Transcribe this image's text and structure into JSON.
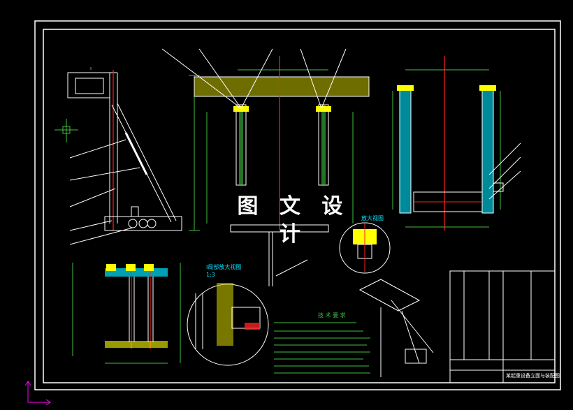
{
  "watermark": "图 文 设 计",
  "views": {
    "detail_label_i": "I局部放大视图",
    "detail_label_i_scale": "1:3",
    "detail_label_ii": "放大视图"
  },
  "tech_notes": {
    "title": "技 术 要 求"
  },
  "title_block": {
    "drawing_name": "某起重设备立面与装配图"
  },
  "colors": {
    "frame": "#ffffff",
    "primary": "#ffffff",
    "green": "#3fbf3f",
    "yellow": "#ffff00",
    "cyan": "#00e5ff",
    "red": "#ff2020",
    "magenta": "#ff00ff",
    "hatch": "#c8c800"
  }
}
